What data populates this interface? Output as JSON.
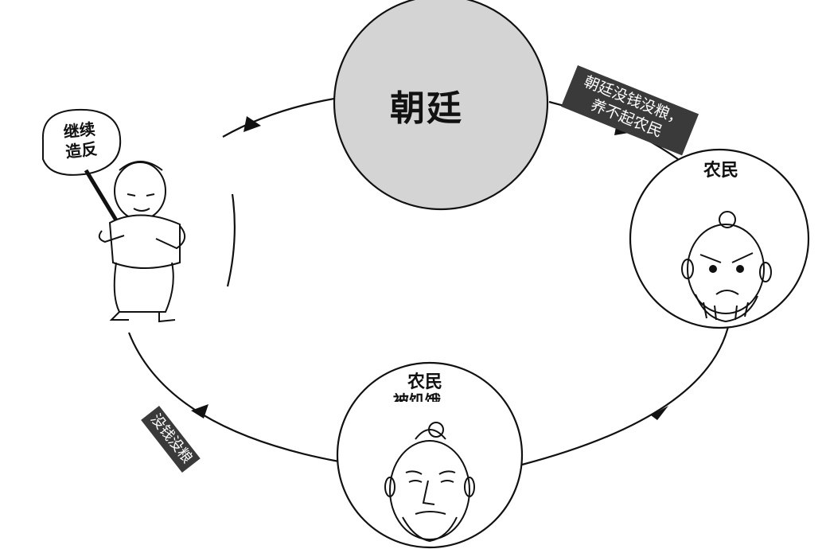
{
  "nodes": {
    "court": {
      "label": "朝廷",
      "fill": "#d4d4d4"
    },
    "farmer_right": {
      "label": "农民",
      "sub": ""
    },
    "farmer_bottom": {
      "label": "农民",
      "sub": "被饥饿"
    },
    "rebel": {
      "sign_text": "继续\n造反"
    }
  },
  "edges": {
    "top_tag": "朝廷没钱没粮，养不起农民",
    "bottom_tag": "没钱没粮"
  },
  "colors": {
    "tag_bg": "#3a3a3a",
    "line": "#111111",
    "court_fill": "#d4d4d4"
  },
  "icons": [
    "angry-farmer-face-icon",
    "hungry-farmer-face-icon",
    "rebel-with-sign-icon",
    "arrowhead-icon"
  ]
}
